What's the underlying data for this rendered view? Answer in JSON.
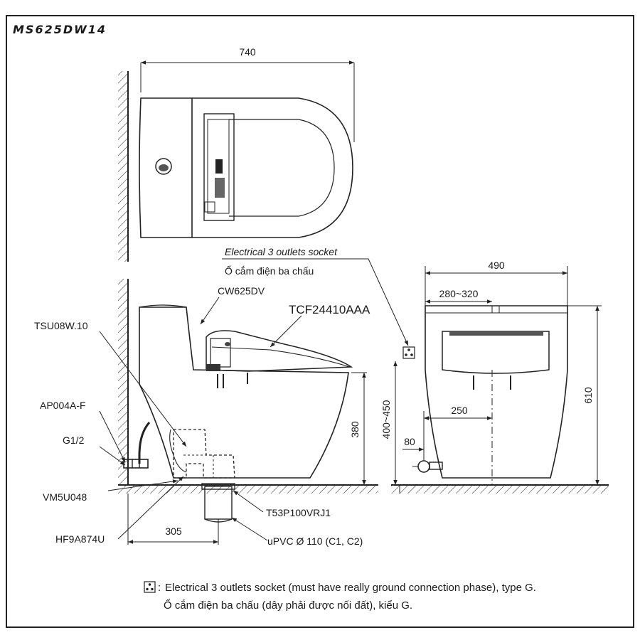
{
  "model_code": "MS625DW14",
  "dimensions": {
    "top_length": "740",
    "side_depth": "490",
    "seat_offset": "280~320",
    "total_height": "610",
    "bowl_height": "380",
    "socket_height": "400~450",
    "rough_in_front": "250",
    "valve_offset": "80",
    "rough_in_side": "305"
  },
  "labels": {
    "socket_en": "Electrical 3 outlets socket",
    "socket_vi": "Ổ cắm điện ba chấu",
    "seat_model": "CW625DV",
    "washlet_model": "TCF24410AAA",
    "valve_part": "TSU08W.10",
    "hose_part": "AP004A-F",
    "thread_size": "G1/2",
    "flange_part": "VM5U048",
    "seal_part": "HF9A874U",
    "outlet_part": "T53P100VRJ1",
    "pipe_spec": "uPVC Ø 110 (C1, C2)"
  },
  "note": {
    "icon": "socket-icon",
    "separator": ":",
    "line_en": "Electrical 3 outlets socket (must have really ground connection phase), type G.",
    "line_vi": "Ổ cắm điện ba chấu (dây phải được nối đất), kiểu G."
  }
}
